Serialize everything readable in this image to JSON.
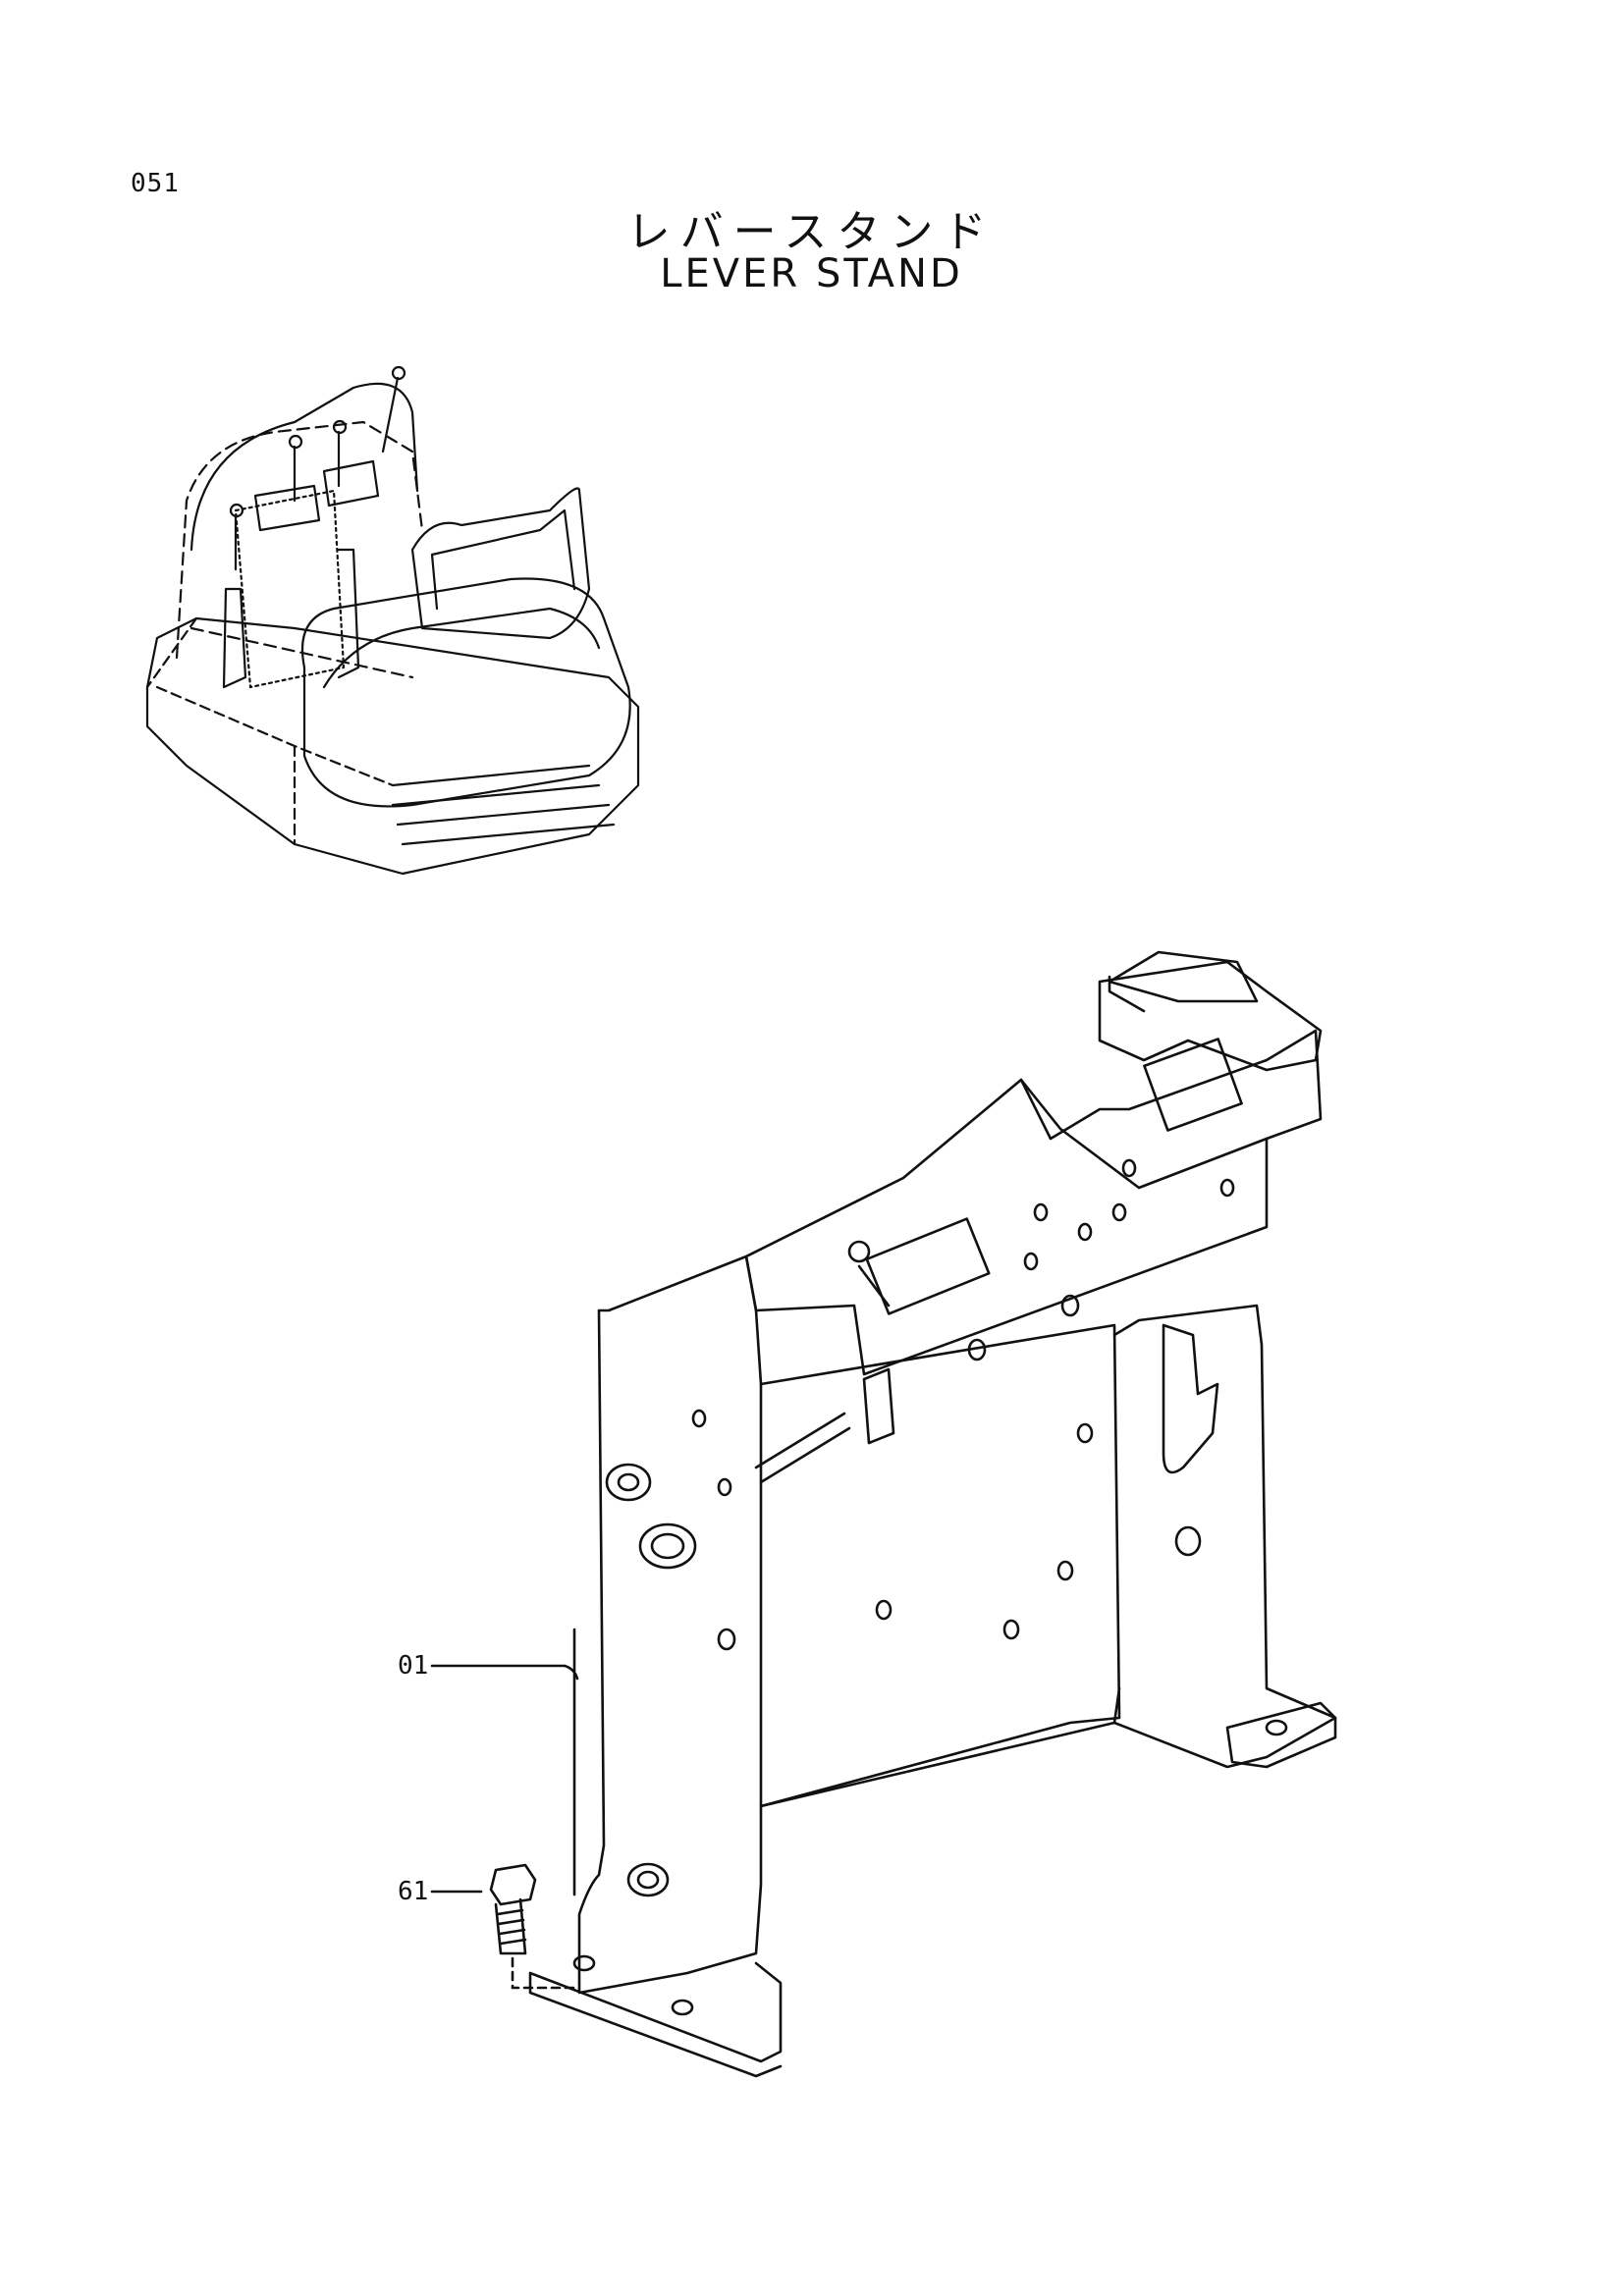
{
  "page": {
    "number": "051",
    "title_jp": "レバースタンド",
    "title_en": "LEVER STAND"
  },
  "callouts": [
    {
      "id": "01",
      "label": "01"
    },
    {
      "id": "61",
      "label": "61"
    }
  ],
  "figures": [
    {
      "name": "seat-overview",
      "icon": "operator-seat-with-lever-stand"
    },
    {
      "name": "lever-stand-detail",
      "icon": "lever-stand-bracket"
    }
  ]
}
